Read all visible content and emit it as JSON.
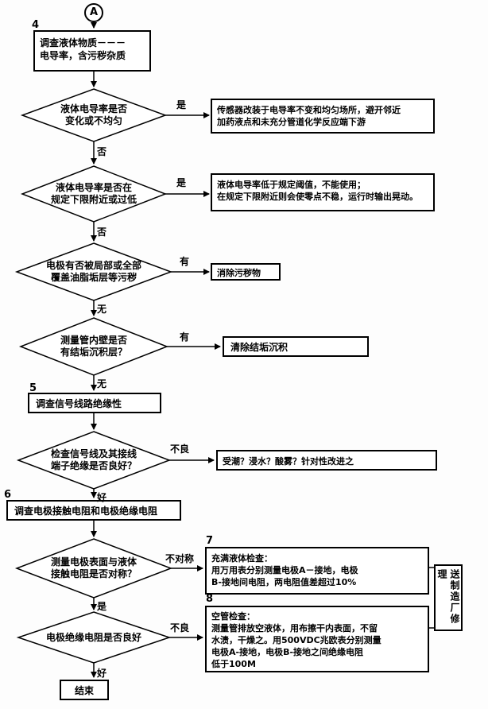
{
  "page": {
    "connector": "A"
  },
  "step_numbers": {
    "s4": "4",
    "s5": "5",
    "s6": "6",
    "s7": "7",
    "s8": "8"
  },
  "labels": {
    "yes": "是",
    "no": "否",
    "have": "有",
    "none": "无",
    "good": "好",
    "bad": "不良",
    "not_symmetric": "不对称"
  },
  "boxes": {
    "investigate_liquid": "调查液体物质－－－\n电导率，含污秽杂质",
    "sensor_relocate": "传感器改装于电导率不变和均匀场所，避开邻近\n加药液点和未充分管道化学反应端下游",
    "conductivity_low": "液体电导率低于规定阈值，不能使用；\n在规定下限附近则会使零点不稳，运行时输出晃动。",
    "remove_fouling": "消除污秽物",
    "remove_scale": "清除结垢沉积",
    "investigate_signal_insulation": "调查信号线路绝缘性",
    "moisture_fix": "受潮？浸水？酸雾？针对性改进之",
    "investigate_electrode": "调查电极接触电阻和电极绝缘电阻",
    "full_liquid_check": "充满液体检查：\n用万用表分别测量电极A－接地，电极\nB-接地间电阻，两电阻值差超过10%",
    "empty_pipe_check": "空管检查：\n测量管排放空液体，用布擦干内表面，不留\n水渍，干燥之。用500VDC兆欧表分别测量\n电极A-接地，电极B-接地之间绝缘电阻\n低于100M",
    "send_repair": "送制造厂修理",
    "end": "结束"
  },
  "decisions": {
    "conductivity_change": "液体电导率是否\n变化或不均匀",
    "conductivity_near_lower_limit": "液体电导率是否在\n规定下限附近或过低",
    "electrode_covered": "电极有否被局部或全部\n覆盖油脂垢层等污秽",
    "pipe_wall_scale": "测量管内壁是否\n有结垢沉积层？",
    "signal_line_insulation": "检查信号线及其接线\n端子绝缘是否良好？",
    "contact_resistance_symmetric": "测量电极表面与液体\n接触电阻是否对称？",
    "electrode_insulation_good": "电极绝缘电阻是否良好"
  }
}
